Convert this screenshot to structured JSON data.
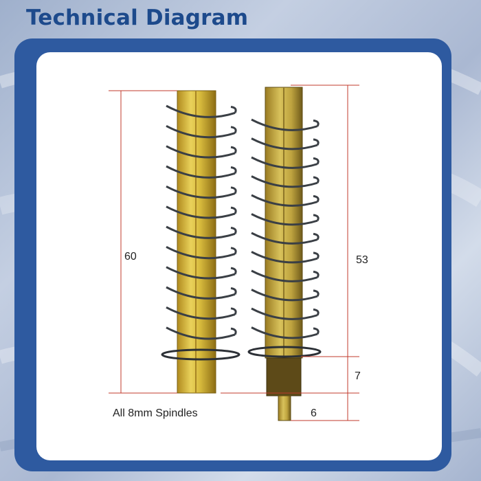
{
  "header": {
    "title": "Technical Diagram"
  },
  "diagram": {
    "caption": "All 8mm Spindles",
    "dimensions": {
      "left_total": "60",
      "right_upper": "53",
      "right_collar": "7",
      "right_tip": "6"
    }
  },
  "colors": {
    "title": "#1d4a8c",
    "frame": "#2e5aa0",
    "dimension_line": "#c0392b",
    "spring": "#3a3f45",
    "brass": "#d4b43a"
  }
}
